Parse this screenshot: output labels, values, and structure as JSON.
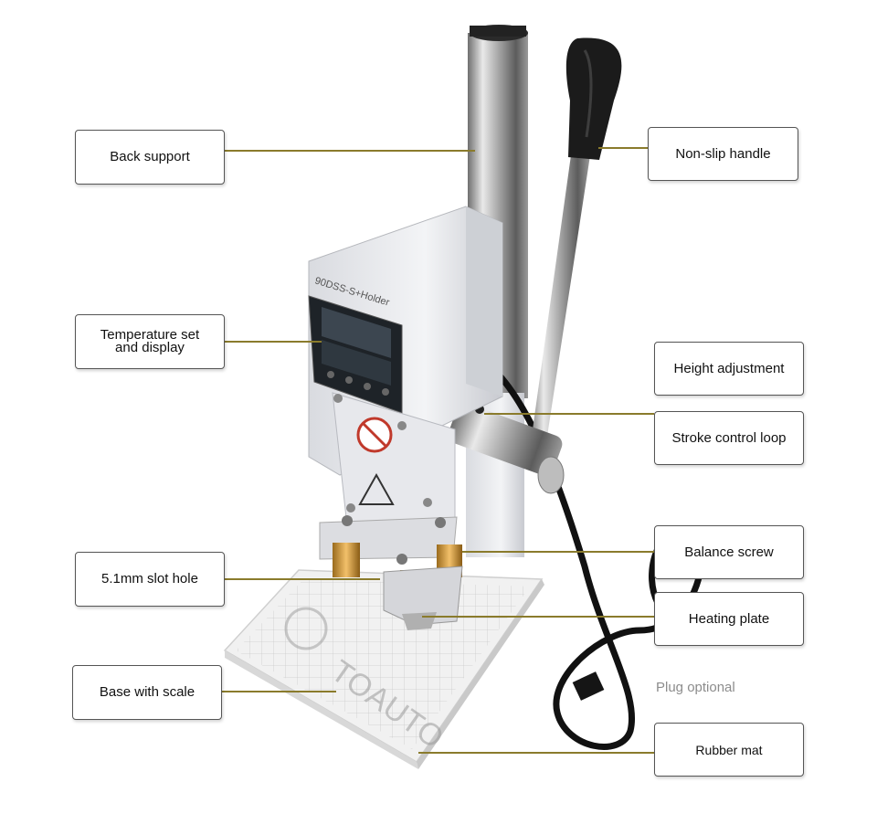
{
  "image": {
    "type": "annotated product photo",
    "subject": "hot foil stamping machine",
    "brand_watermark": "TOAUTO",
    "device_label": "90DSS-S+Holder",
    "accent_colors": {
      "leader_line": "#8a7b2c",
      "box_border": "#555555",
      "machine_body": "#e6e7ea",
      "springs": "#d69a35",
      "handle": "#1b1b1b"
    }
  },
  "labels": {
    "back_support": "Back support",
    "non_slip_handle": "Non-slip handle",
    "temperature": "Temperature set\nand display",
    "height_adjustment": "Height adjustment",
    "stroke_control_loop": "Stroke control loop",
    "balance_screw": "Balance screw",
    "slot_hole": "5.1mm slot hole",
    "heating_plate": "Heating plate",
    "base_with_scale": "Base with scale",
    "plug_optional": "Plug optional",
    "rubber_mat": "Rubber mat"
  }
}
